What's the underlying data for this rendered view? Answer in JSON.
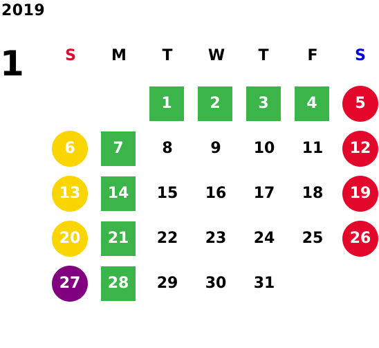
{
  "calendar": {
    "year": "2019",
    "month": "1",
    "weekdays": [
      {
        "label": "S",
        "color": "#e3082b"
      },
      {
        "label": "M",
        "color": "#000000"
      },
      {
        "label": "T",
        "color": "#000000"
      },
      {
        "label": "W",
        "color": "#000000"
      },
      {
        "label": "T",
        "color": "#000000"
      },
      {
        "label": "F",
        "color": "#000000"
      },
      {
        "label": "S",
        "color": "#0000e0"
      }
    ],
    "days": [
      {
        "label": "1",
        "style": "green"
      },
      {
        "label": "2",
        "style": "green"
      },
      {
        "label": "3",
        "style": "green"
      },
      {
        "label": "4",
        "style": "green"
      },
      {
        "label": "5",
        "style": "red"
      },
      {
        "label": "6",
        "style": "yellow"
      },
      {
        "label": "7",
        "style": "green"
      },
      {
        "label": "8",
        "style": "plain"
      },
      {
        "label": "9",
        "style": "plain"
      },
      {
        "label": "10",
        "style": "plain"
      },
      {
        "label": "11",
        "style": "plain"
      },
      {
        "label": "12",
        "style": "red"
      },
      {
        "label": "13",
        "style": "yellow"
      },
      {
        "label": "14",
        "style": "green"
      },
      {
        "label": "15",
        "style": "plain"
      },
      {
        "label": "16",
        "style": "plain"
      },
      {
        "label": "17",
        "style": "plain"
      },
      {
        "label": "18",
        "style": "plain"
      },
      {
        "label": "19",
        "style": "red"
      },
      {
        "label": "20",
        "style": "yellow"
      },
      {
        "label": "21",
        "style": "green"
      },
      {
        "label": "22",
        "style": "plain"
      },
      {
        "label": "23",
        "style": "plain"
      },
      {
        "label": "24",
        "style": "plain"
      },
      {
        "label": "25",
        "style": "plain"
      },
      {
        "label": "26",
        "style": "red"
      },
      {
        "label": "27",
        "style": "purple"
      },
      {
        "label": "28",
        "style": "green"
      },
      {
        "label": "29",
        "style": "plain"
      },
      {
        "label": "30",
        "style": "plain"
      },
      {
        "label": "31",
        "style": "plain"
      }
    ],
    "colors": {
      "green": "#3bb54a",
      "red": "#e3082b",
      "yellow": "#fad500",
      "purple": "#800080",
      "sunday_header": "#e3082b",
      "saturday_header": "#0000e0"
    }
  }
}
